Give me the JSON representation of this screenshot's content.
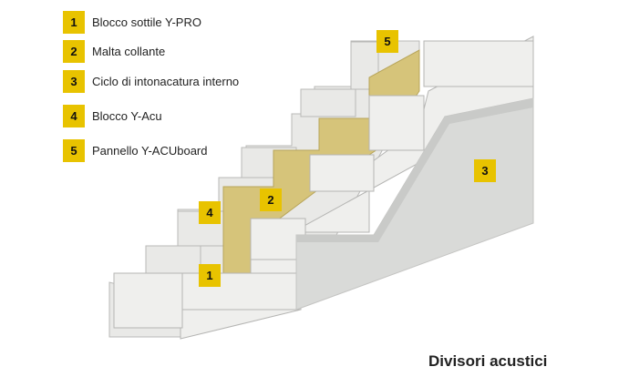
{
  "legend": [
    {
      "number": "1",
      "label": "Blocco sottile Y-PRO"
    },
    {
      "number": "2",
      "label": "Malta collante"
    },
    {
      "number": "3",
      "label": "Ciclo di intonacatura interno"
    },
    {
      "number": "4",
      "label": "Blocco Y-Acu"
    },
    {
      "number": "5",
      "label": "Pannello Y-ACUboard"
    }
  ],
  "markers": {
    "m1": "1",
    "m2": "2",
    "m3": "3",
    "m4": "4",
    "m5": "5"
  },
  "title": "Divisori acustici",
  "colors": {
    "accent": "#e8c300",
    "insulation": "#d6c47a",
    "block": "#ececea",
    "plaster": "#d9dad8"
  }
}
